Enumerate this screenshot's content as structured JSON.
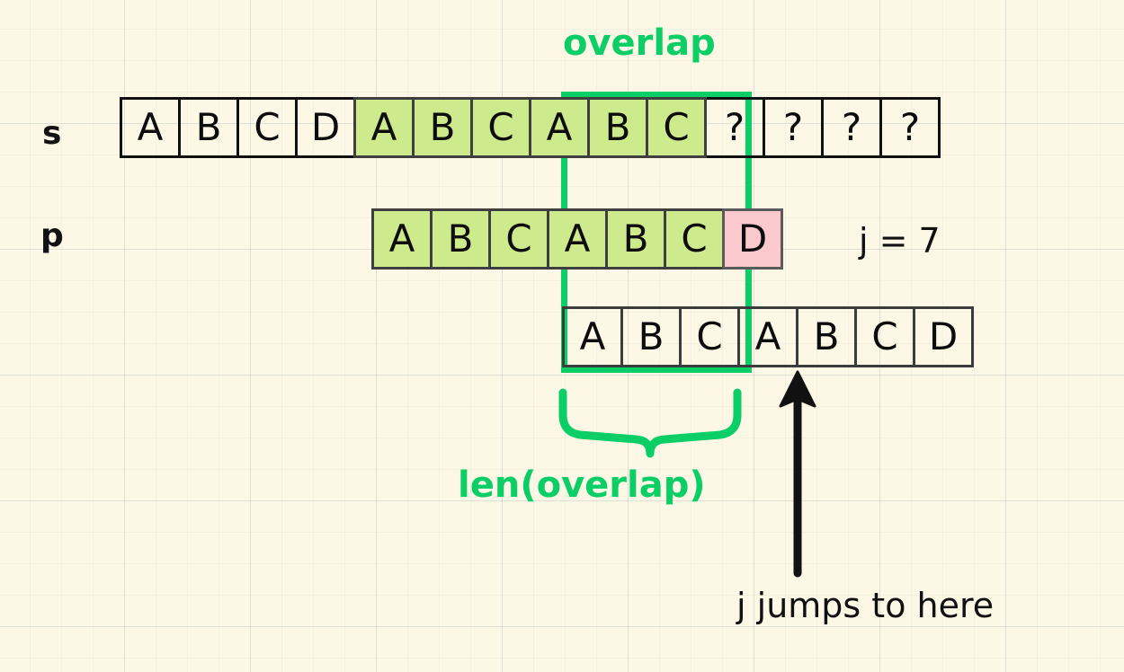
{
  "diagram": {
    "title_label": "overlap",
    "brace_label": "len(overlap)",
    "pointer_label": "j jumps to here",
    "index_label": "j = 7",
    "colors": {
      "background": "#fdf8e6",
      "grid": "#8ca0af",
      "accent_green": "#0bcf66",
      "cell_green_fill": "#cdea8c",
      "cell_pink_fill": "#fac9ce",
      "ink": "#111111"
    },
    "rows": [
      {
        "name": "s",
        "label": "s",
        "cells": [
          {
            "text": "A",
            "style": "plain"
          },
          {
            "text": "B",
            "style": "plain"
          },
          {
            "text": "C",
            "style": "plain"
          },
          {
            "text": "D",
            "style": "plain"
          },
          {
            "text": "A",
            "style": "green"
          },
          {
            "text": "B",
            "style": "green"
          },
          {
            "text": "C",
            "style": "green"
          },
          {
            "text": "A",
            "style": "green"
          },
          {
            "text": "B",
            "style": "green"
          },
          {
            "text": "C",
            "style": "green"
          },
          {
            "text": "?",
            "style": "plain"
          },
          {
            "text": "?",
            "style": "plain"
          },
          {
            "text": "?",
            "style": "plain"
          },
          {
            "text": "?",
            "style": "plain"
          }
        ]
      },
      {
        "name": "p",
        "label": "p",
        "cells": [
          {
            "text": "A",
            "style": "green"
          },
          {
            "text": "B",
            "style": "green"
          },
          {
            "text": "C",
            "style": "green"
          },
          {
            "text": "A",
            "style": "green"
          },
          {
            "text": "B",
            "style": "green"
          },
          {
            "text": "C",
            "style": "green"
          },
          {
            "text": "D",
            "style": "pink"
          }
        ]
      },
      {
        "name": "p-shifted",
        "label": "",
        "cells": [
          {
            "text": "A",
            "style": "outline"
          },
          {
            "text": "B",
            "style": "outline"
          },
          {
            "text": "C",
            "style": "outline"
          },
          {
            "text": "A",
            "style": "outline"
          },
          {
            "text": "B",
            "style": "outline"
          },
          {
            "text": "C",
            "style": "outline"
          },
          {
            "text": "D",
            "style": "outline"
          }
        ]
      }
    ]
  }
}
